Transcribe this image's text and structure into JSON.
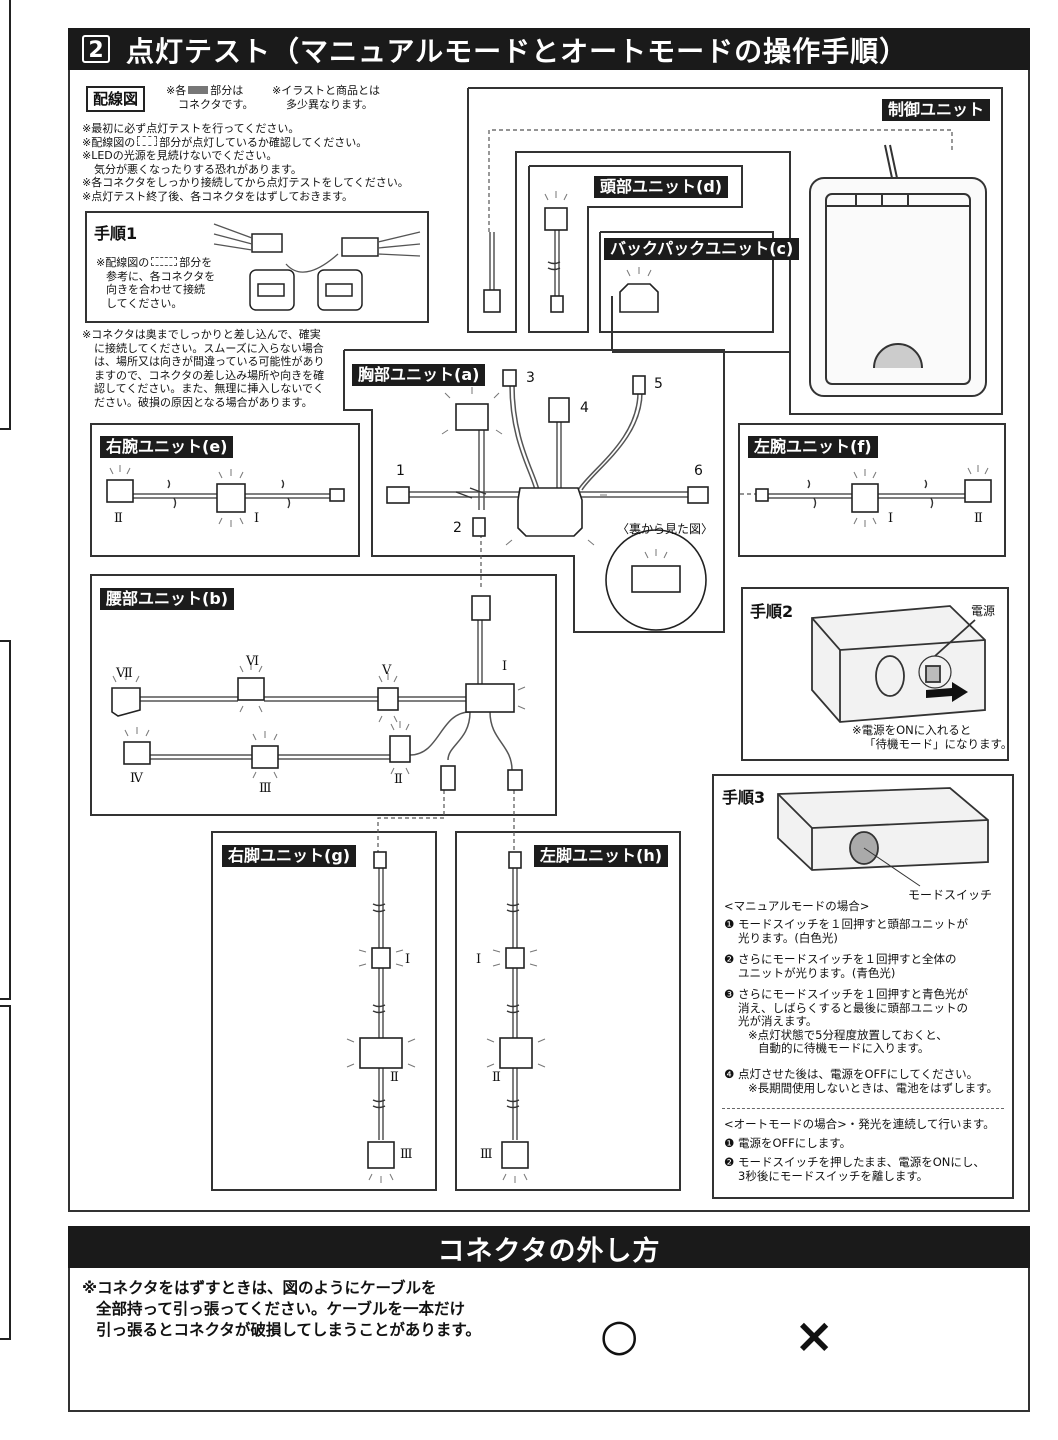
{
  "section": {
    "number": "2",
    "title": "点灯テスト（マニュアルモードとオートモードの操作手順）"
  },
  "wiring": {
    "label": "配線図",
    "note_connector_a": "※各",
    "note_connector_b": "部分は",
    "note_connector_c": "コネクタです。",
    "note_illust_a": "※イラストと商品とは",
    "note_illust_b": "多少異なります。",
    "cautions": [
      "※最初に必ず点灯テストを行ってください。",
      "※配線図の",
      "部分が点灯しているか確認してください。",
      "※LEDの光源を見続けないでください。",
      "気分が悪くなったりする恐れがあります。",
      "※各コネクタをしっかり接続してから点灯テストをしてください。",
      "※点灯テスト終了後、各コネクタをはずしておきます。"
    ]
  },
  "step1": {
    "title": "手順1",
    "text_a": "※配線図の",
    "text_b": "部分を",
    "text_c": "参考に、各コネクタを",
    "text_d": "向きを合わせて接続",
    "text_e": "してください。"
  },
  "insert_note": [
    "※コネクタは奥までしっかりと差し込んで、確実",
    "に接続してください。スムーズに入らない場合",
    "は、場所又は向きが間違っている可能性があり",
    "ますので、コネクタの差し込み場所や向きを確",
    "認してください。また、無理に挿入しないでく",
    "ださい。破損の原因となる場合があります。"
  ],
  "units": {
    "control": "制御ユニット",
    "head": "頭部ユニット(d)",
    "backpack": "バックパックユニット(c)",
    "chest": "胸部ユニット(a)",
    "right_arm": "右腕ユニット(e)",
    "left_arm": "左腕ユニット(f)",
    "waist": "腰部ユニット(b)",
    "right_leg": "右脚ユニット(g)",
    "left_leg": "左脚ユニット(h)"
  },
  "rear_view": "〈裏から見た図〉",
  "port_numbers": [
    "1",
    "2",
    "3",
    "4",
    "5",
    "6"
  ],
  "romans": {
    "i": "Ⅰ",
    "ii": "Ⅱ",
    "iii": "Ⅲ",
    "iv": "Ⅳ",
    "v": "Ⅴ",
    "vi": "Ⅵ",
    "vii": "Ⅶ"
  },
  "step2": {
    "title": "手順2",
    "power_label": "電源",
    "note_a": "※電源をONに入れると",
    "note_b": "「待機モード」になります。"
  },
  "step3": {
    "title": "手順3",
    "mode_switch_label": "モードスイッチ",
    "manual_title": "<マニュアルモードの場合>",
    "manual": [
      {
        "mark": "❶",
        "lines": [
          "モードスイッチを１回押すと頭部ユニットが",
          "光ります。(白色光)"
        ]
      },
      {
        "mark": "❷",
        "lines": [
          "さらにモードスイッチを１回押すと全体の",
          "ユニットが光ります。(青色光)"
        ]
      },
      {
        "mark": "❸",
        "lines": [
          "さらにモードスイッチを１回押すと青色光が",
          "消え、しばらくすると最後に頭部ユニットの",
          "光が消えます。",
          "※点灯状態で5分程度放置しておくと、",
          "自動的に待機モードに入ります。"
        ]
      },
      {
        "mark": "❹",
        "lines": [
          "点灯させた後は、電源をOFFにしてください。",
          "※長期間使用しないときは、電池をはずします。"
        ]
      }
    ],
    "auto_title": "<オートモードの場合>・発光を連続して行います。",
    "auto": [
      {
        "mark": "❶",
        "lines": [
          "電源をOFFにします。"
        ]
      },
      {
        "mark": "❷",
        "lines": [
          "モードスイッチを押したまま、電源をONにし、",
          "3秒後にモードスイッチを離します。"
        ]
      }
    ]
  },
  "remove": {
    "title": "コネクタの外し方",
    "text": [
      "※コネクタをはずすときは、図のようにケーブルを",
      "全部持って引っ張ってください。ケーブルを一本だけ",
      "引っ張るとコネクタが破損してしまうことがあります。"
    ],
    "ok_mark": "○",
    "ng_mark": "×"
  }
}
